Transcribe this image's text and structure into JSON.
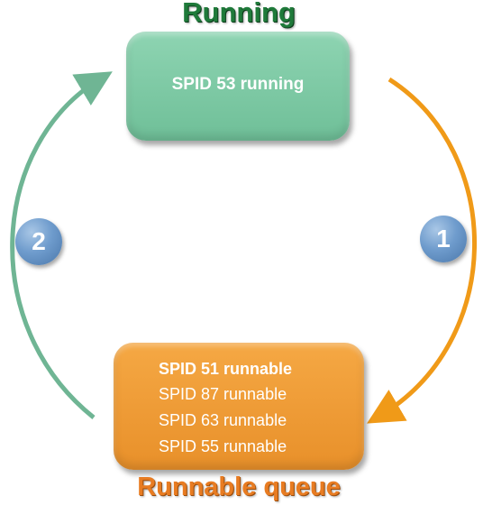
{
  "running": {
    "title": "Running",
    "process": "SPID 53 running"
  },
  "queue": {
    "title": "Runnable queue",
    "items": [
      "SPID 51 runnable",
      "SPID 87 runnable",
      "SPID 63 runnable",
      "SPID 55 runnable"
    ]
  },
  "steps": {
    "one": "1",
    "two": "2"
  },
  "colors": {
    "running_box": "#7ccaa5",
    "queue_box": "#f0992f",
    "arrow_green": "#6fb594",
    "arrow_orange": "#f09a18",
    "badge": "#6f9ccd"
  }
}
